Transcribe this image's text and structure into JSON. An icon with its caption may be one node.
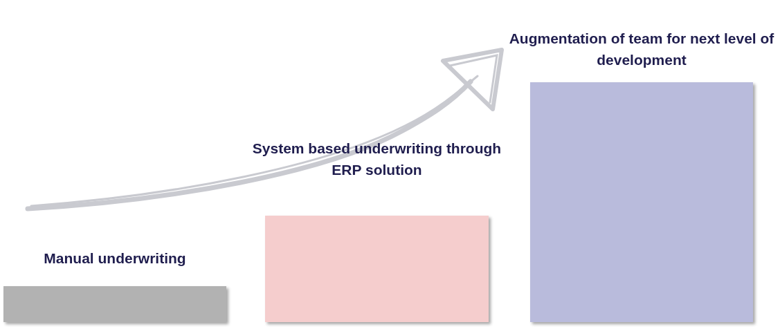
{
  "diagram": {
    "nodes": [
      {
        "text": [
          "Manual underwriting"
        ]
      },
      {
        "text": [
          "System based underwriting through ERP solution"
        ]
      },
      {
        "text": [
          "Augmentation of team for next level of development"
        ]
      }
    ]
  }
}
